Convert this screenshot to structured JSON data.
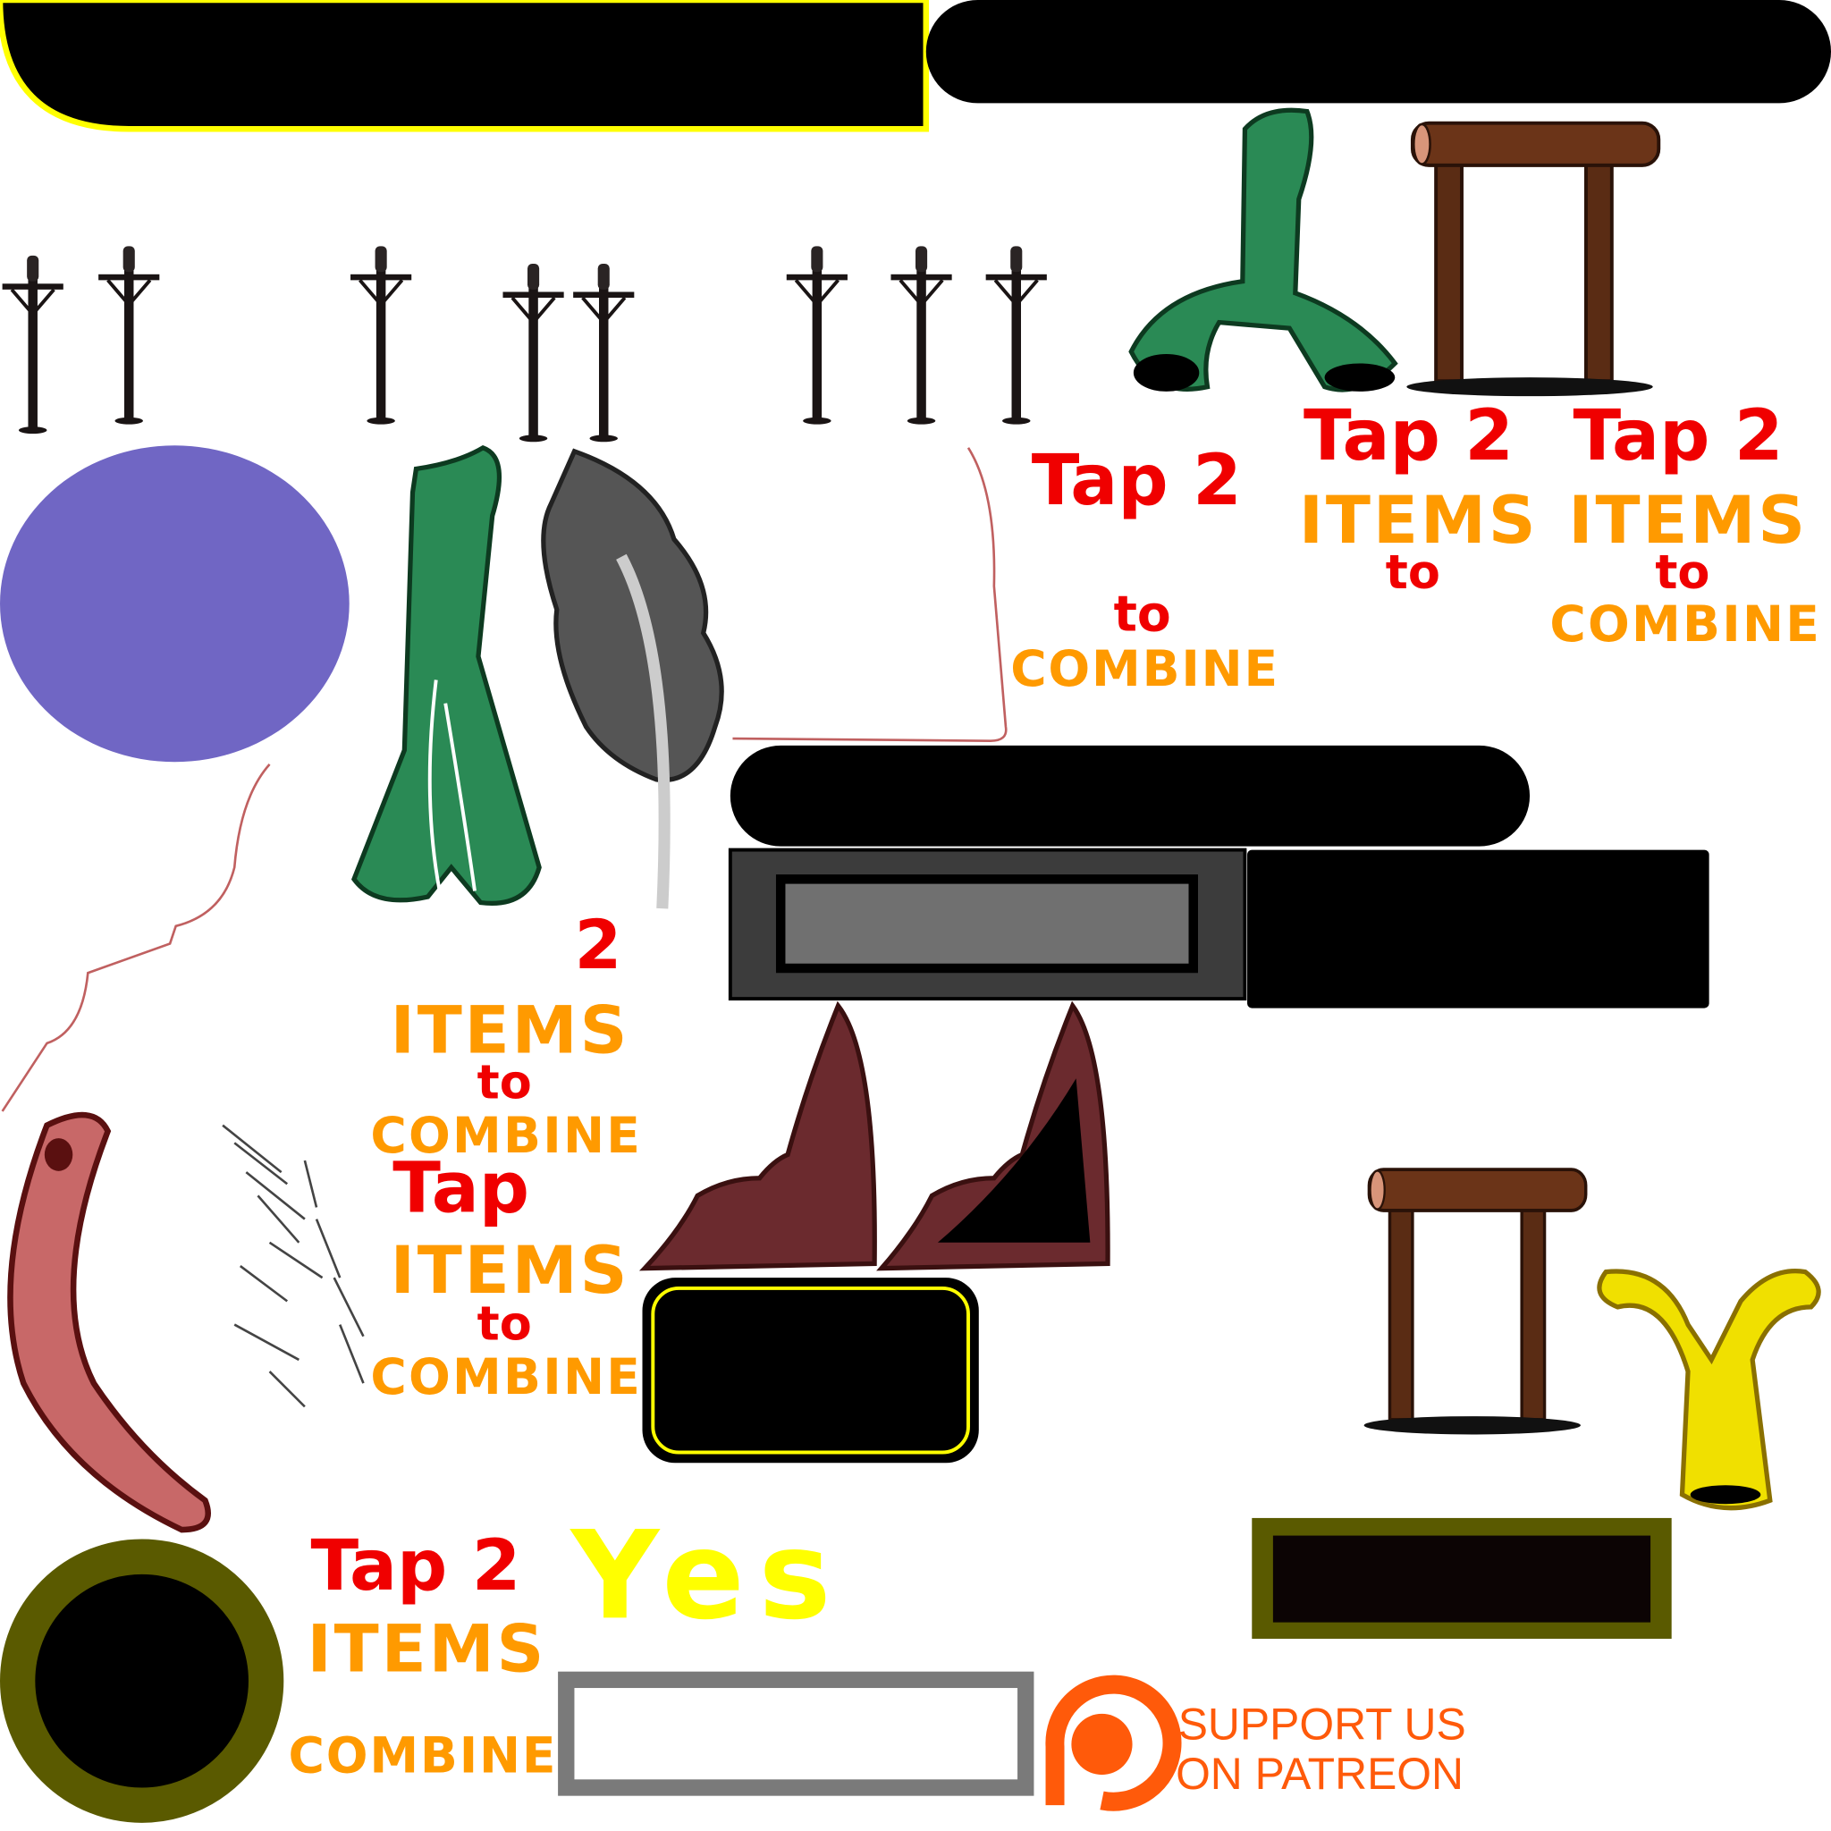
{
  "atlas": {
    "labels": {
      "tap2": "Tap 2",
      "tap": "Tap",
      "two": "2",
      "items": "ITEMS",
      "to": "to",
      "combine": "COMBINE",
      "yes": "Yes"
    },
    "patreon": {
      "line1": "SUPPORT US",
      "line2": "ON PATREON"
    },
    "colors": {
      "red": "#f00000",
      "orange": "#ff9a00",
      "yellow": "#ffff00",
      "purple": "#7066c4",
      "green": "#2a8a55",
      "wood": "#6b3418",
      "maroon": "#6b2a2e",
      "olive": "#5a5a00",
      "patreon": "#ff5a0a"
    }
  }
}
